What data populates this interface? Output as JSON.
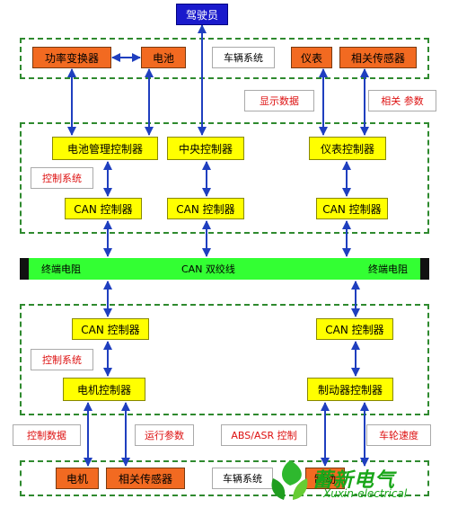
{
  "colors": {
    "group_border": "#2f8a2f",
    "actuator": "#f26a21",
    "controller": "#ffff00",
    "bus": "#33ff33",
    "driver": "#1a1acc",
    "arrow": "#1f3fbf",
    "label_text": "#dd1111"
  },
  "driver": "驾驶员",
  "top_group": {
    "power_converter": "功率变换器",
    "battery": "电池",
    "vehicle_system": "车辆系统",
    "instrument": "仪表",
    "related_sensor": "相关传感器"
  },
  "labels": {
    "display_data": "显示数据",
    "related_params": "相关 参数",
    "control_data": "控制数据",
    "run_params": "运行参数",
    "abs_asr": "ABS/ASR 控制",
    "wheel_speed": "车轮速度"
  },
  "mid_group": {
    "bms": "电池管理控制器",
    "central": "中央控制器",
    "instrument_ctrl": "仪表控制器",
    "control_system": "控制系统",
    "can1": "CAN 控制器",
    "can2": "CAN 控制器",
    "can3": "CAN 控制器"
  },
  "bus": {
    "left": "终端电阻",
    "center": "CAN 双绞线",
    "right": "终端电阻"
  },
  "low_group": {
    "can_left": "CAN 控制器",
    "can_right": "CAN 控制器",
    "control_system": "控制系统",
    "motor_ctrl": "电机控制器",
    "brake_ctrl": "制动器控制器"
  },
  "bottom_group": {
    "motor": "电机",
    "related_sensor": "相关传感器",
    "vehicle_system": "车辆系统",
    "brake": "制动"
  },
  "logo": {
    "name": "蓄新电气",
    "sub": "Xuxin-electrical"
  }
}
